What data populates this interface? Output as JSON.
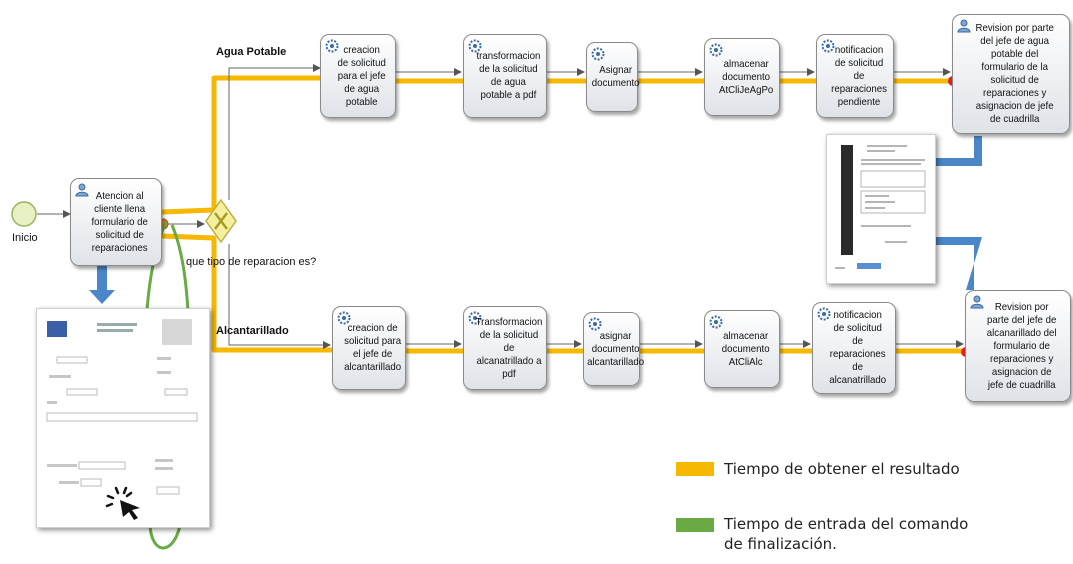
{
  "start_event": {
    "label": "Inicio"
  },
  "gateway": {
    "question": "que tipo de reparacion es?",
    "symbol": "X"
  },
  "branches": {
    "top_label": "Agua Potable",
    "bottom_label": "Alcantarillado"
  },
  "tasks": {
    "atencion": "Atencion al cliente llena formulario de solicitud de reparaciones",
    "top": [
      "creacion de solicitud para el jefe de agua potable",
      "transformacion de la solicitud de agua potable a pdf",
      "Asignar documento",
      "almacenar documento AtCliJeAgPo",
      "notificacion de solicitud de reparaciones pendiente",
      "Revision por parte del jefe de agua potable del formulario de la solicitud de reparaciones y asignacion de jefe de cuadrilla"
    ],
    "bottom": [
      "creacion de solicitud para el jefe de alcantarillado",
      "Transformacion de la solicitud de alcanatrillado a pdf",
      "asignar documento alcantarillado",
      "almacenar documento AtCliAlc",
      "notificacion de solicitud de reparaciones de alcanatrillado",
      "Revision por parte del jefe de alcanarillado del formulario de reparaciones y asignacion de jefe de cuadrilla"
    ]
  },
  "legend": {
    "yellow_text": "Tiempo de obtener el resultado",
    "green_text_line1": "Tiempo de entrada del comando",
    "green_text_line2": "de finalización."
  },
  "colors": {
    "highlight_yellow": "#f6b800",
    "highlight_green": "#6aaa45",
    "arrow_blue": "#4a86c8",
    "start_fill": "#e6f0c4",
    "gateway_fill": "#f4f0a0",
    "end_dot": "#e02020",
    "boundary_dot": "#e87830"
  },
  "icons": {
    "task": "user-task-icon",
    "service": "service-task-icon",
    "cursor": "click-cursor-icon"
  }
}
